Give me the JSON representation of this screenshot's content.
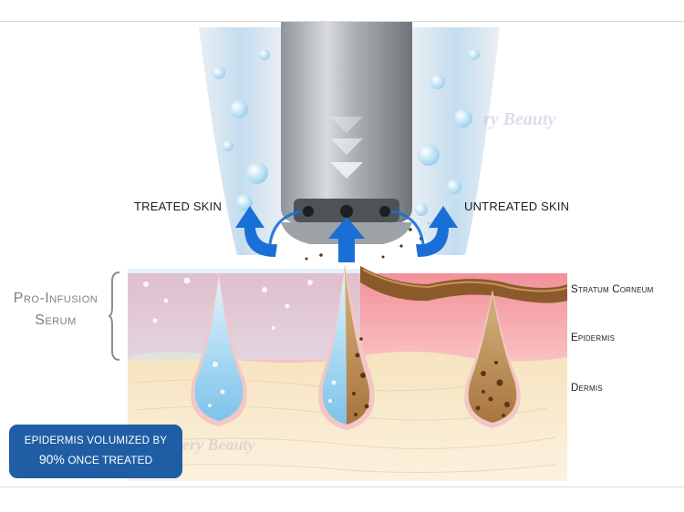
{
  "labels": {
    "treated_skin": "TREATED SKIN",
    "untreated_skin": "UNTREATED SKIN"
  },
  "layers": {
    "stratum_corneum": "Stratum Corneum",
    "epidermis": "Epidermis",
    "dermis": "Dermis"
  },
  "serum": {
    "line1": "Pro-Infusion",
    "line2": "Serum"
  },
  "badge": {
    "line1": "EPIDERMIS VOLUMIZED BY",
    "percent": "90%",
    "line2_rest": " ONCE TREATED"
  },
  "watermark": {
    "text_top": "ry Beauty",
    "text_bottom": "ery Beauty"
  },
  "colors": {
    "arrow_blue": "#1a6fd6",
    "badge_blue": "#1f5ea5",
    "epidermis_pink": "#f6a7ad",
    "dermis_cream": "#f7e7c6",
    "corneum_brown": "#8a5a2b"
  }
}
